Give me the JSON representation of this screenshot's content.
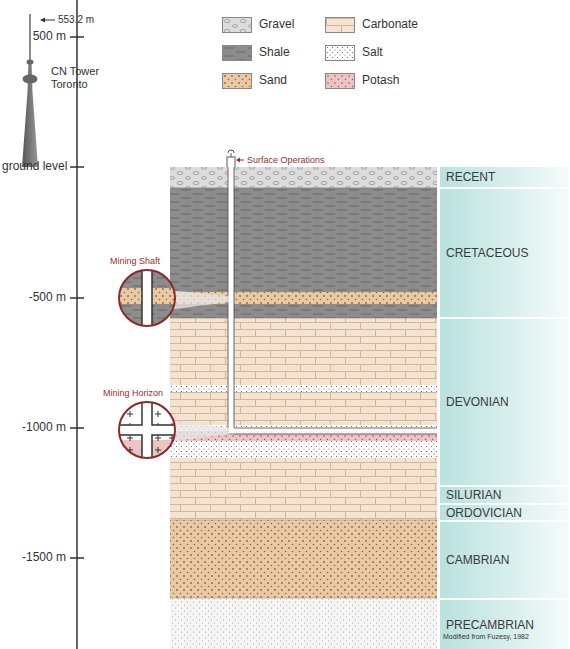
{
  "diagram": {
    "nodes": [
      {
        "text": [
          "RECENT"
        ]
      },
      {
        "text": [
          "CRETACEOUS"
        ]
      },
      {
        "text": [
          "DEVONIAN"
        ]
      },
      {
        "text": [
          "SILURIAN"
        ]
      },
      {
        "text": [
          "ORDOVICIAN"
        ]
      },
      {
        "text": [
          "CAMBRIAN"
        ]
      },
      {
        "text": [
          "PRECAMBRIAN"
        ]
      }
    ],
    "labels": [
      "500 m",
      "ground level",
      "-500 m",
      "-1000 m",
      "-1500 m",
      "553.2 m",
      "CN Tower Toronto",
      "Surface Operations",
      "Mining Shaft",
      "Mining Horizon",
      "Modified from Fuzesy, 1982"
    ],
    "legend": [
      {
        "text": "Gravel",
        "color": "#dcdcdc"
      },
      {
        "text": "Carbonate",
        "color": "#f4e3d1"
      },
      {
        "text": "Shale",
        "color": "#8c8c8c"
      },
      {
        "text": "Salt",
        "color": "#ffffff"
      },
      {
        "text": "Sand",
        "color": "#e9c9a4"
      },
      {
        "text": "Potash",
        "color": "#ecc4c4"
      }
    ]
  }
}
